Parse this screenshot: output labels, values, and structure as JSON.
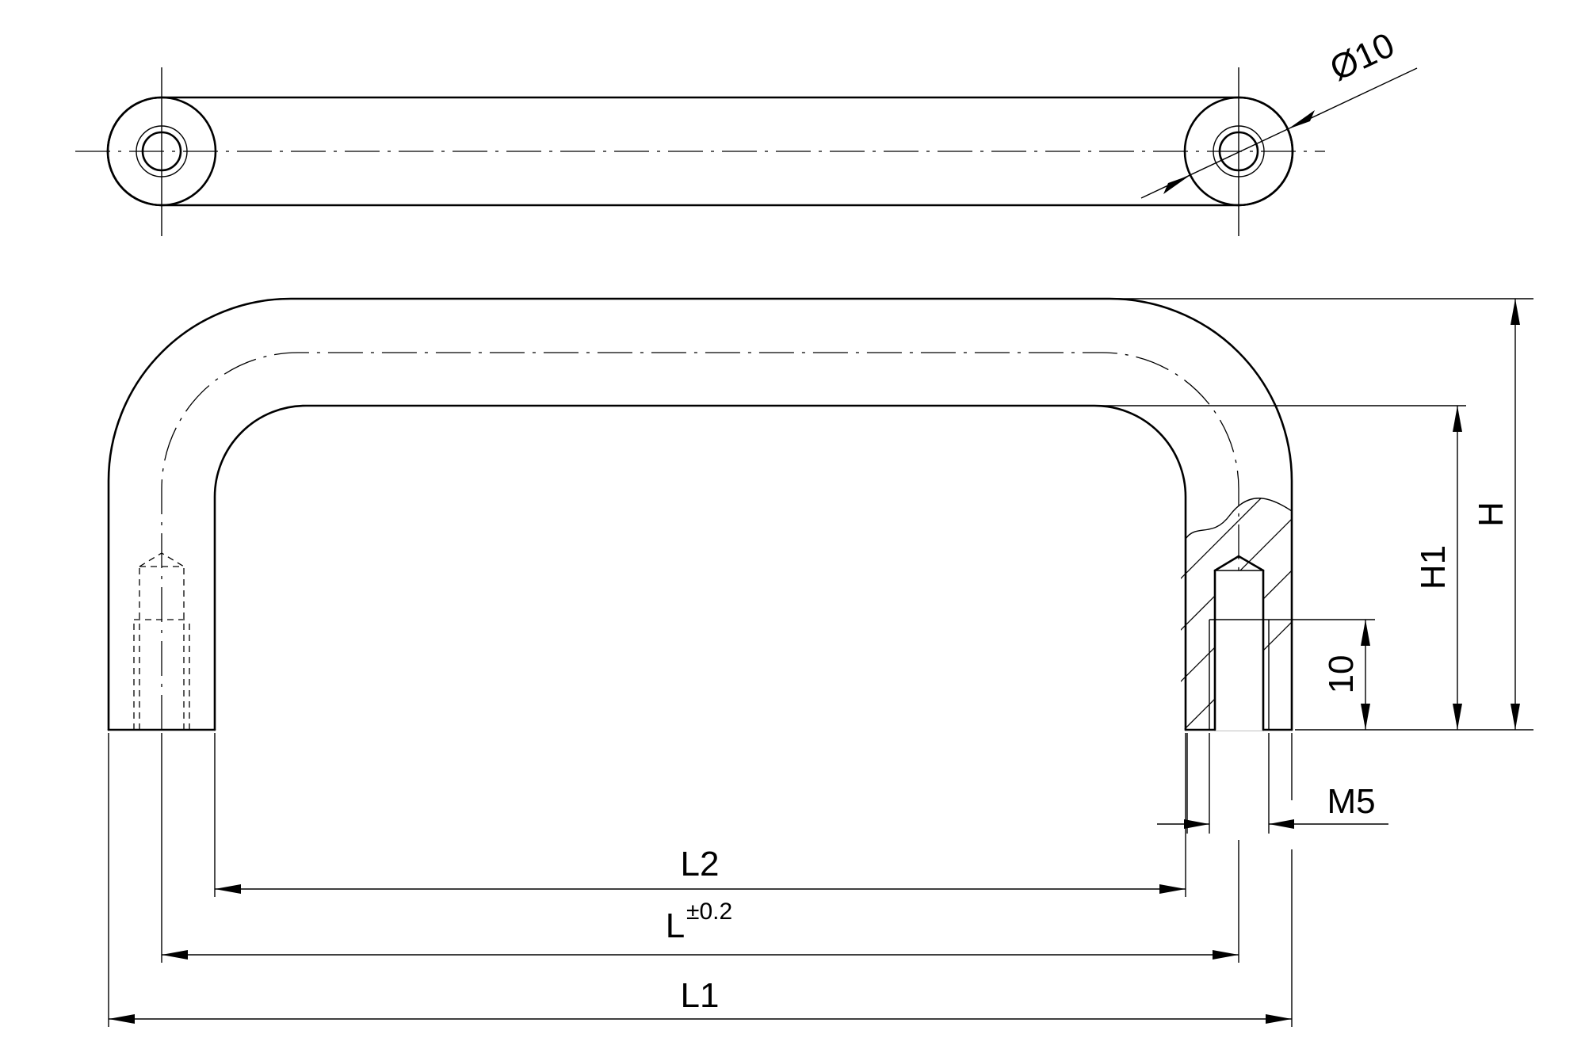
{
  "labels": {
    "diameter": "Ø10",
    "l2": "L2",
    "l": "L",
    "l_tolerance": "±0.2",
    "l1": "L1",
    "h": "H",
    "h1": "H1",
    "thread_depth": "10",
    "thread": "M5"
  }
}
